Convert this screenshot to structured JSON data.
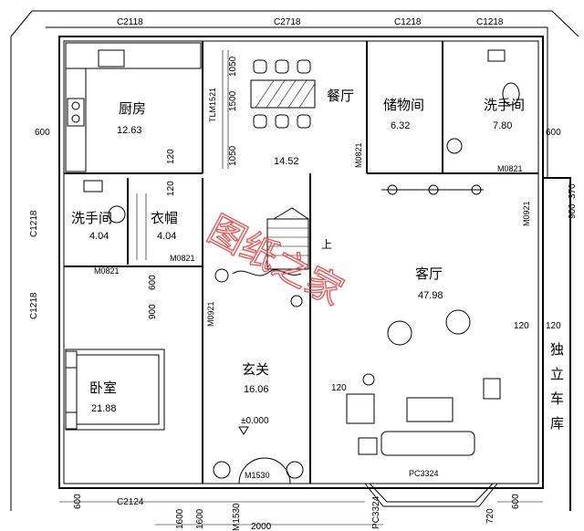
{
  "dimensions": {
    "top": [
      "C2118",
      "C2718",
      "C1218",
      "C1218"
    ],
    "left": [
      "600",
      "C1218",
      "C1218"
    ],
    "right": [
      "600",
      "370",
      "M0921"
    ],
    "bottom": [
      "600",
      "C2124",
      "1600",
      "1600",
      "M1530",
      "PC3324",
      "720",
      "600"
    ],
    "bottom_run": "2000",
    "dining_stack": [
      "1050",
      "1500",
      "1050"
    ],
    "dining_window": "TLM1521",
    "misc": [
      "120",
      "120",
      "120",
      "120",
      "120",
      "900",
      "600",
      "900"
    ]
  },
  "doors": {
    "storage": "M0821",
    "bath_top": "M0821",
    "bath_left": "M0821",
    "closet": "M0821",
    "foyer": "M0921",
    "garage": "M0921",
    "entry": "M1530",
    "bay_window": "PC3324"
  },
  "rooms": {
    "kitchen": {
      "name": "厨房",
      "area": "12.63"
    },
    "dining": {
      "name": "餐厅",
      "area": "14.52"
    },
    "storage": {
      "name": "储物间",
      "area": "6.32"
    },
    "bath_top": {
      "name": "洗手间",
      "area": "7.80"
    },
    "bath_left": {
      "name": "洗手间",
      "area": "4.04"
    },
    "closet": {
      "name": "衣帽",
      "area": "4.04"
    },
    "living": {
      "name": "客厅",
      "area": "47.98"
    },
    "foyer": {
      "name": "玄关",
      "area": "16.06"
    },
    "bedroom": {
      "name": "卧室",
      "area": "21.88"
    },
    "garage": {
      "name": "独立车库"
    }
  },
  "level": "±0.000",
  "stair_label": "上",
  "watermark": "图纸之家",
  "colors": {
    "watermark": "#e04848",
    "line": "#000000"
  }
}
